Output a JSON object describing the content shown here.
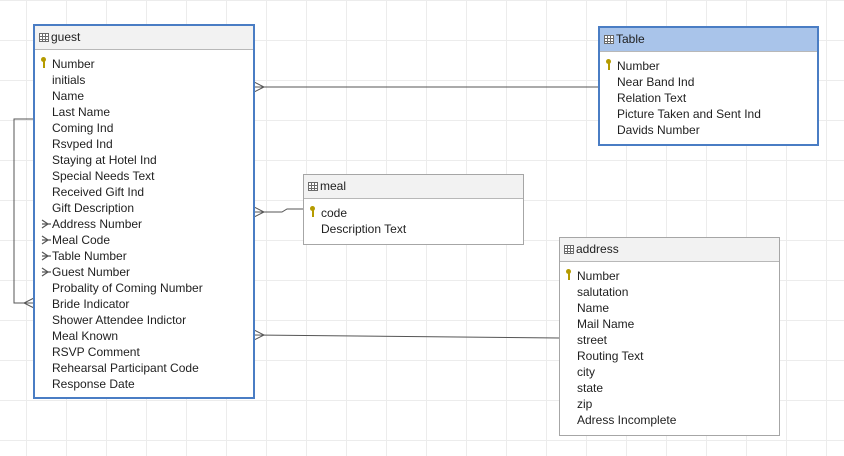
{
  "entities": {
    "guest": {
      "title": "guest",
      "fields": [
        "Number",
        "initials",
        "Name",
        "Last Name",
        "Coming Ind",
        "Rsvped Ind",
        "Staying at Hotel Ind",
        "Special Needs Text",
        "Received Gift Ind",
        "Gift Description",
        "Address Number",
        "Meal Code",
        "Table Number",
        "Guest Number",
        "Probality of Coming Number",
        "Bride Indicator",
        "Shower Attendee Indictor",
        "Meal Known",
        "RSVP Comment",
        "Rehearsal Participant Code",
        "Response Date"
      ]
    },
    "table": {
      "title": "Table",
      "fields": [
        "Number",
        "Near Band Ind",
        "Relation Text",
        "Picture Taken and Sent Ind",
        "Davids Number"
      ]
    },
    "meal": {
      "title": "meal",
      "fields": [
        "code",
        "Description Text"
      ]
    },
    "address": {
      "title": "address",
      "fields": [
        "Number",
        "salutation",
        "Name",
        "Mail Name",
        "street",
        "Routing Text",
        "city",
        "state",
        "zip",
        "Adress Incomplete"
      ]
    }
  },
  "colors": {
    "selection_border": "#4a7dc4",
    "header_highlight": "#a9c4ea",
    "primary_key": "#b59b00",
    "connector": "#555555"
  }
}
